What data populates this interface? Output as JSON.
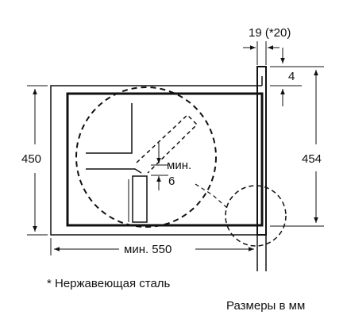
{
  "labels": {
    "top_gap": "19 (*20)",
    "top_offset": "4",
    "height_left": "450",
    "height_right": "454",
    "min_label": "мин.",
    "min_value": "6",
    "width": "мин. 550",
    "footnote": "* Нержавеющая сталь",
    "units": "Размеры в мм"
  }
}
